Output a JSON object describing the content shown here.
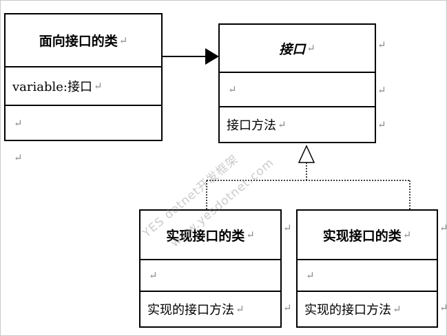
{
  "return_mark": "↵",
  "classes": {
    "client": {
      "name": "面向接口的类",
      "attribute": "variable:接口"
    },
    "interface": {
      "name": "接口",
      "method": "接口方法"
    },
    "impl_left": {
      "name": "实现接口的类",
      "method": "实现的接口方法"
    },
    "impl_right": {
      "name": "实现接口的类",
      "method": "实现的接口方法"
    }
  },
  "watermark": {
    "line1": "YES dotnet开发框架",
    "line2": "www.yesdotnet.com"
  },
  "colors": {
    "line": "#000000",
    "mark": "#888888"
  }
}
